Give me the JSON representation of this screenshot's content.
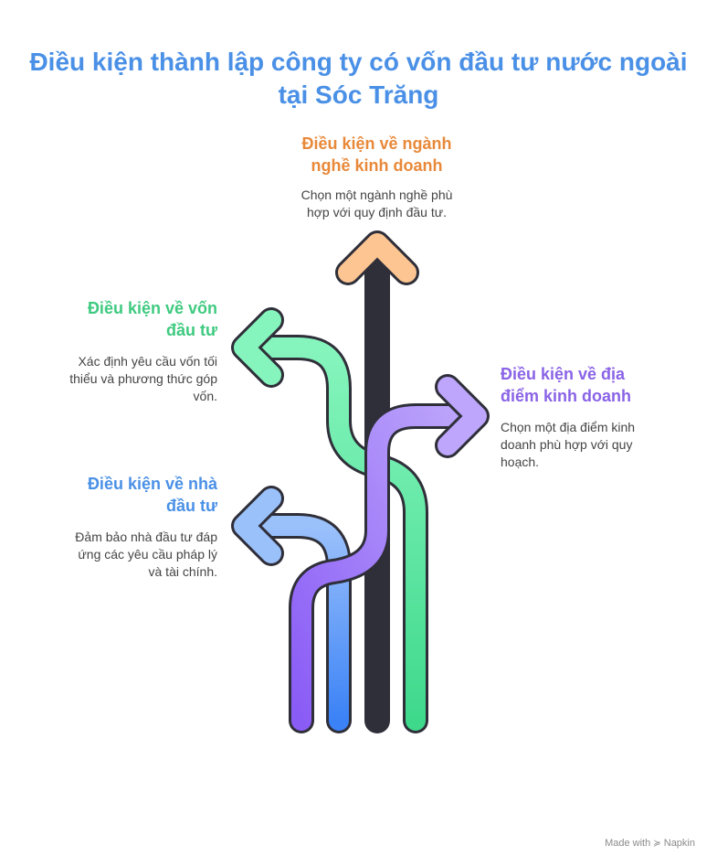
{
  "title": {
    "line1": "Điều kiện thành lập công ty có vốn đầu tư nước ngoài",
    "line2": "tại Sóc Trăng"
  },
  "items": {
    "business_line": {
      "heading": [
        "Điều kiện về ngành",
        "nghề kinh doanh"
      ],
      "desc": [
        "Chọn một ngành nghề phù",
        "hợp với quy định đầu tư."
      ],
      "color": "#e8893a"
    },
    "capital": {
      "heading": [
        "Điều kiện về vốn",
        "đầu tư"
      ],
      "desc": [
        "Xác định yêu cầu vốn tối",
        "thiểu và phương thức góp",
        "vốn."
      ],
      "color": "#3fca80"
    },
    "location": {
      "heading": [
        "Điều kiện về địa",
        "điểm kinh doanh"
      ],
      "desc": [
        "Chọn một địa điểm kinh",
        "doanh phù hợp với quy",
        "hoạch."
      ],
      "color": "#8a63e6"
    },
    "investor": {
      "heading": [
        "Điều kiện về nhà",
        "đầu tư"
      ],
      "desc": [
        "Đảm bảo nhà đầu tư đáp",
        "ứng các yêu cầu pháp lý",
        "và tài chính."
      ],
      "color": "#4a90e6"
    }
  },
  "footer": {
    "made_with": "Made with",
    "brand": "Napkin"
  }
}
